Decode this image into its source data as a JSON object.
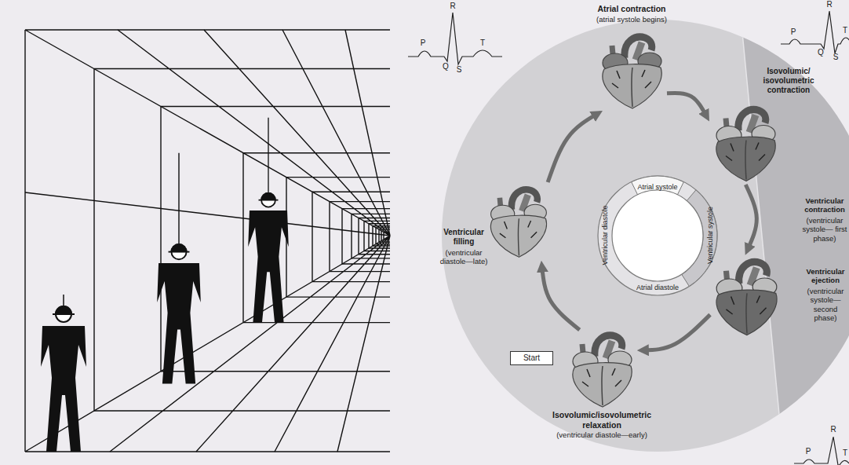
{
  "diagram": {
    "nodes": [
      {
        "text": [
          "Atrial contraction",
          "(atrial systole begins)"
        ]
      },
      {
        "text": [
          "Isovolumic/ isovolumetric contraction",
          "Ventricular contraction",
          "(ventricular systole— first phase)"
        ]
      },
      {
        "text": [
          "Ventricular ejection",
          "(ventricular systole— second phase)"
        ]
      },
      {
        "text": [
          "Isovolumic/isovolumetric relaxation",
          "(ventricular diastole—early)"
        ]
      },
      {
        "text": [
          "Ventricular filling",
          "(ventricular diastole—late)"
        ]
      },
      {
        "text": [
          "Start"
        ]
      }
    ],
    "edges": [
      {
        "from": 0,
        "to": 1,
        "arrow": "to"
      },
      {
        "from": 1,
        "to": 2,
        "arrow": "to"
      },
      {
        "from": 2,
        "to": 3,
        "arrow": "to"
      },
      {
        "from": 3,
        "to": 4,
        "arrow": "to"
      },
      {
        "from": 4,
        "to": 0,
        "arrow": "to"
      }
    ],
    "labels": [
      "P",
      "R",
      "Q",
      "S",
      "T",
      "P",
      "R",
      "Q",
      "S",
      "T",
      "R",
      "P",
      "T",
      "Atrial systole",
      "Ventricular systole",
      "Atrial diastole",
      "Ventricular diastole"
    ]
  }
}
